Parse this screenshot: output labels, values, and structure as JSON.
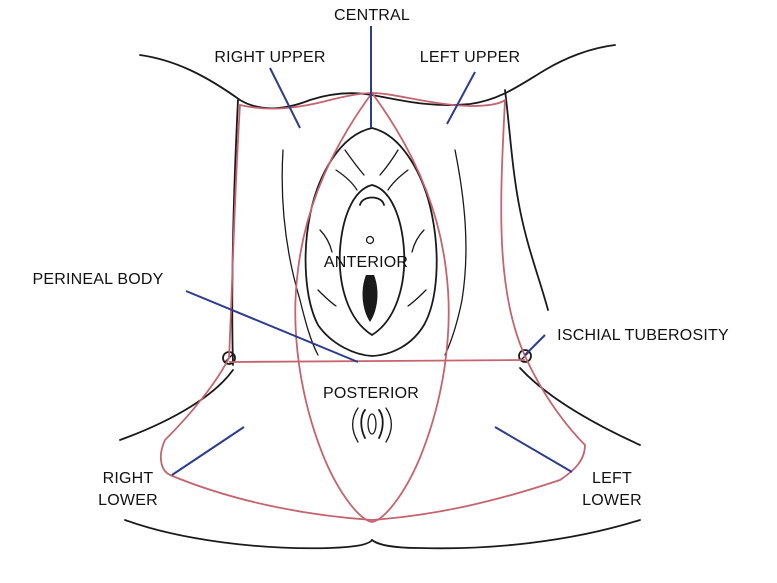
{
  "labels": {
    "central": "CENTRAL",
    "right_upper": "RIGHT UPPER",
    "left_upper": "LEFT UPPER",
    "anterior": "ANTERIOR",
    "perineal_body": "PERINEAL BODY",
    "ischial_tuberosity": "ISCHIAL TUBEROSITY",
    "posterior": "POSTERIOR",
    "right_lower_line1": "RIGHT",
    "right_lower_line2": "LOWER",
    "left_lower_line1": "LEFT",
    "left_lower_line2": "LOWER"
  },
  "colors": {
    "zone_outline": "#c4646e",
    "leader_line": "#2c3d8c",
    "ink": "#1a1a1a"
  }
}
